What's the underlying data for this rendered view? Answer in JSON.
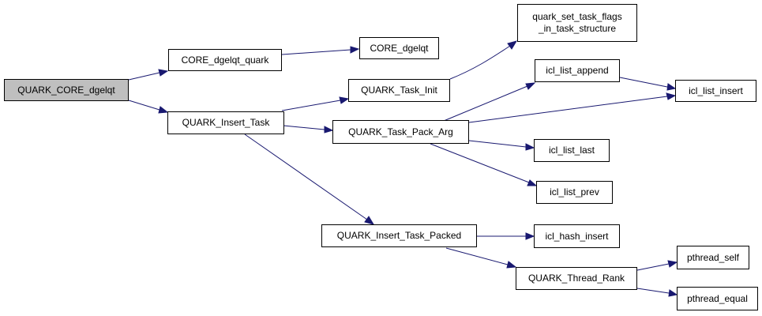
{
  "diagram": {
    "nodes": {
      "quark_core_dgelqt": "QUARK_CORE_dgelqt",
      "core_dgelqt_quark": "CORE_dgelqt_quark",
      "core_dgelqt": "CORE_dgelqt",
      "quark_insert_task": "QUARK_Insert_Task",
      "quark_task_init": "QUARK_Task_Init",
      "quark_set_task_flags": "quark_set_task_flags\n_in_task_structure",
      "quark_task_pack_arg": "QUARK_Task_Pack_Arg",
      "icl_list_append": "icl_list_append",
      "icl_list_insert": "icl_list_insert",
      "icl_list_last": "icl_list_last",
      "icl_list_prev": "icl_list_prev",
      "quark_insert_task_packed": "QUARK_Insert_Task_Packed",
      "icl_hash_insert": "icl_hash_insert",
      "quark_thread_rank": "QUARK_Thread_Rank",
      "pthread_self": "pthread_self",
      "pthread_equal": "pthread_equal"
    },
    "colors": {
      "edge": "#191970",
      "root_fill": "#bfbfbf",
      "node_fill": "#ffffff",
      "border": "#000000"
    }
  }
}
